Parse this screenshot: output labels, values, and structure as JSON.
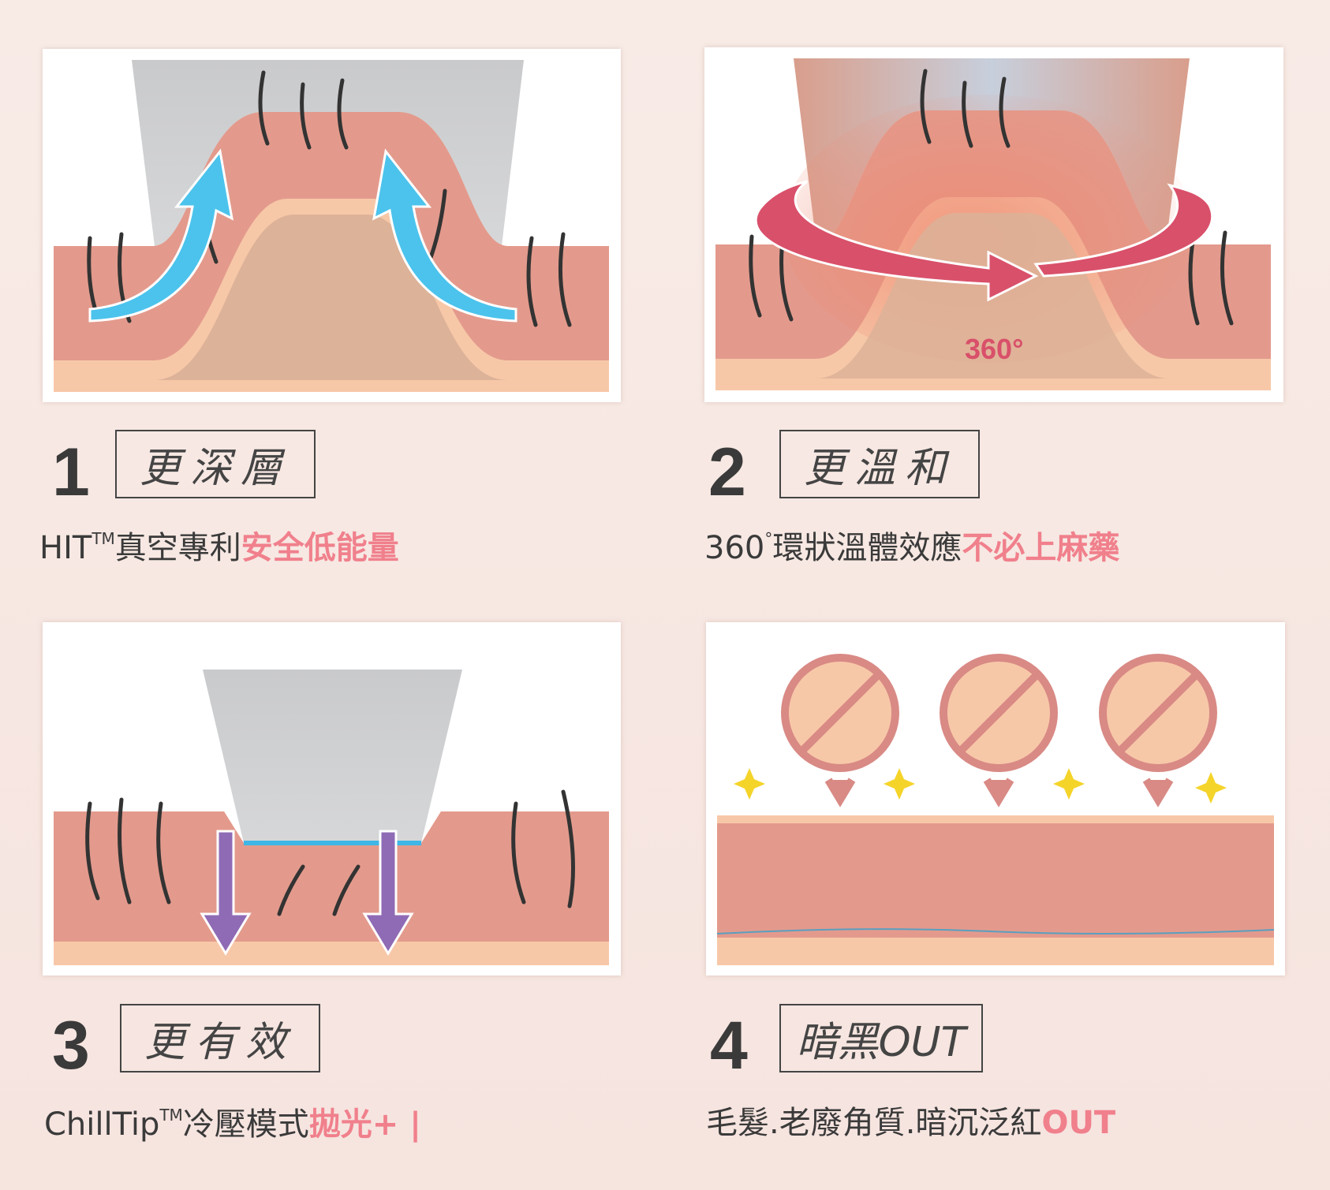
{
  "features": [
    {
      "number": "1",
      "title": "更深層",
      "subtitle_prefix": "HIT",
      "subtitle_tm": "TM",
      "subtitle_text": "真空專利",
      "subtitle_highlight": "安全低能量"
    },
    {
      "number": "2",
      "title": "更溫和",
      "subtitle_prefix": "360",
      "subtitle_tm": "°",
      "subtitle_text": "環狀溫體效應",
      "subtitle_highlight": "不必上麻藥",
      "illustration_label": "360°"
    },
    {
      "number": "3",
      "title": "更有效",
      "subtitle_prefix": "ChillTip",
      "subtitle_tm": "TM",
      "subtitle_text": "冷壓模式",
      "subtitle_highlight": "拋光+ |"
    },
    {
      "number": "4",
      "title": "暗黑OUT",
      "subtitle_prefix": "",
      "subtitle_tm": "",
      "subtitle_text": "毛髮.老廢角質.暗沉泛紅",
      "subtitle_highlight": "OUT"
    }
  ],
  "colors": {
    "highlight": "#f0808c",
    "text": "#3a3a3a",
    "skin": "#e39a8c",
    "arrow_blue": "#4cc3ec",
    "arrow_red": "#d9506a",
    "arrow_purple": "#8f6bb5"
  }
}
